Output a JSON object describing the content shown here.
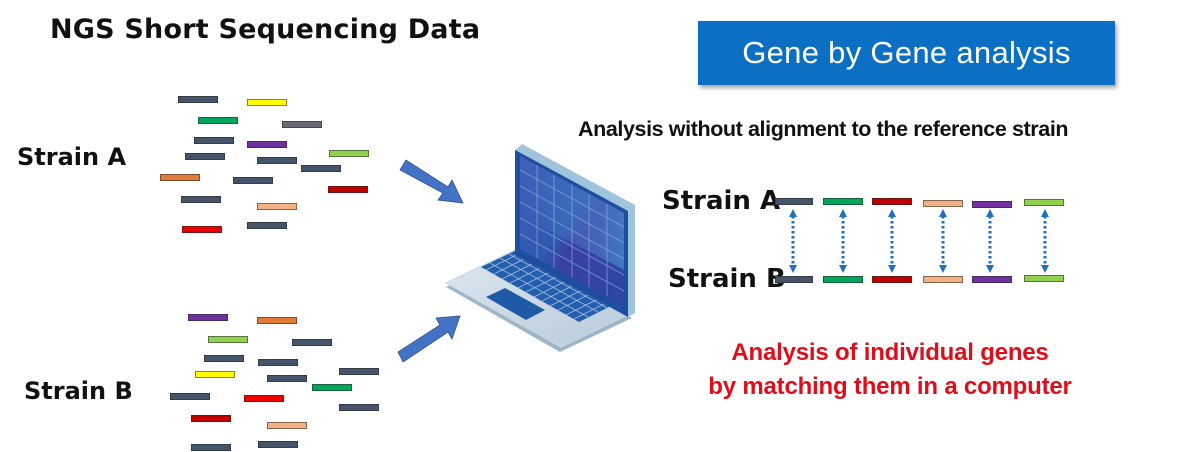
{
  "title": "NGS Short Sequencing Data",
  "left_panel": {
    "strain_a_label": "Strain A",
    "strain_b_label": "Strain B",
    "strain_a_reads": [
      "navy",
      "yellow",
      "green",
      "gray",
      "navy",
      "purple",
      "navy",
      "light-green",
      "navy",
      "navy",
      "orange",
      "navy",
      "dark-red",
      "navy",
      "peach",
      "red",
      "navy"
    ],
    "strain_b_reads": [
      "purple",
      "orange",
      "light-green",
      "navy",
      "navy",
      "navy",
      "yellow",
      "navy",
      "navy",
      "green",
      "navy",
      "red",
      "navy",
      "dark-red",
      "peach",
      "navy",
      "navy"
    ]
  },
  "center": {
    "icon": "laptop-icon",
    "arrows": [
      "arrow-from-strain-a",
      "arrow-from-strain-b"
    ]
  },
  "right_panel": {
    "banner": "Gene by Gene analysis",
    "subtitle": "Analysis without alignment to the reference strain",
    "strain_a_label": "Strain A",
    "strain_b_label": "Strain B",
    "genes": [
      "navy",
      "green",
      "dark-red",
      "peach",
      "purple",
      "light-green"
    ],
    "conclusion_line1": "Analysis of individual genes",
    "conclusion_line2": "by matching them in a computer"
  },
  "colors": {
    "navy": "#44546a",
    "yellow": "#ffff00",
    "green": "#00a65a",
    "gray": "#6b6b73",
    "purple": "#7030a0",
    "light-green": "#92d050",
    "orange": "#e07b39",
    "dark-red": "#c00000",
    "peach": "#f4b183",
    "red": "#ee0000",
    "arrow_blue": "#4472c4",
    "banner_blue": "#0b6fc4",
    "dotted_blue": "#1f70c1",
    "conclusion_red": "#e00d1a"
  }
}
